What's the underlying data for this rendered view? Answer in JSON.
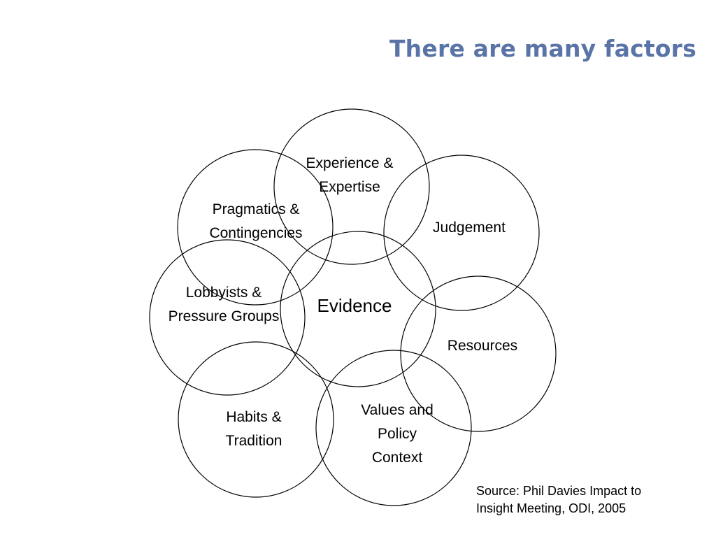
{
  "slide": {
    "title": "There are many factors",
    "title_color": "#5a74a8",
    "source": [
      "Source: Phil Davies Impact to",
      "Insight Meeting, ODI, 2005"
    ]
  },
  "diagram": {
    "center": {
      "label": [
        "Evidence"
      ]
    },
    "factors": [
      {
        "id": "experience-expertise",
        "label": [
          "Experience &",
          "Expertise"
        ]
      },
      {
        "id": "judgement",
        "label": [
          "Judgement"
        ]
      },
      {
        "id": "pragmatics-contingencies",
        "label": [
          "Pragmatics &",
          "Contingencies"
        ]
      },
      {
        "id": "lobbyists-pressure-groups",
        "label": [
          "Lobbyists &",
          "Pressure Groups"
        ]
      },
      {
        "id": "resources",
        "label": [
          "Resources"
        ]
      },
      {
        "id": "habits-tradition",
        "label": [
          "Habits &",
          "Tradition"
        ]
      },
      {
        "id": "values-policy-context",
        "label": [
          "Values and",
          "Policy",
          "Context"
        ]
      }
    ]
  }
}
